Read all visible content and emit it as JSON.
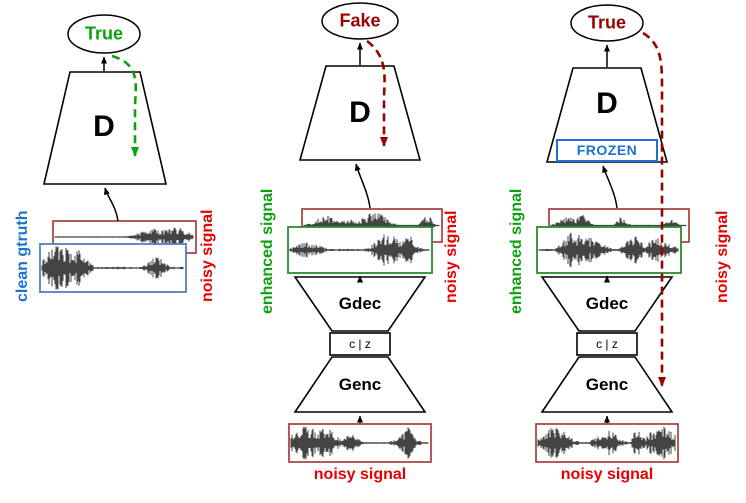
{
  "p1": {
    "verdict": "True",
    "d": "D",
    "left_label": "clean gtruth",
    "right_label": "noisy signal"
  },
  "p2": {
    "verdict": "Fake",
    "d": "D",
    "left_label": "enhanced signal",
    "right_label": "noisy signal",
    "gdec": "Gdec",
    "latent": "c | z",
    "genc": "Genc",
    "bottom_label": "noisy signal"
  },
  "p3": {
    "verdict": "True",
    "d": "D",
    "frozen": "FROZEN",
    "left_label": "enhanced signal",
    "right_label": "noisy signal",
    "gdec": "Gdec",
    "latent": "c | z",
    "genc": "Genc",
    "bottom_label": "noisy signal"
  },
  "colors": {
    "green": "#0da10d",
    "dark_red": "#990000",
    "red": "#e60000",
    "blue": "#1a73d2",
    "box_red": "#a03232",
    "box_green": "#2e8b2e",
    "box_blue": "#4f81bd"
  }
}
